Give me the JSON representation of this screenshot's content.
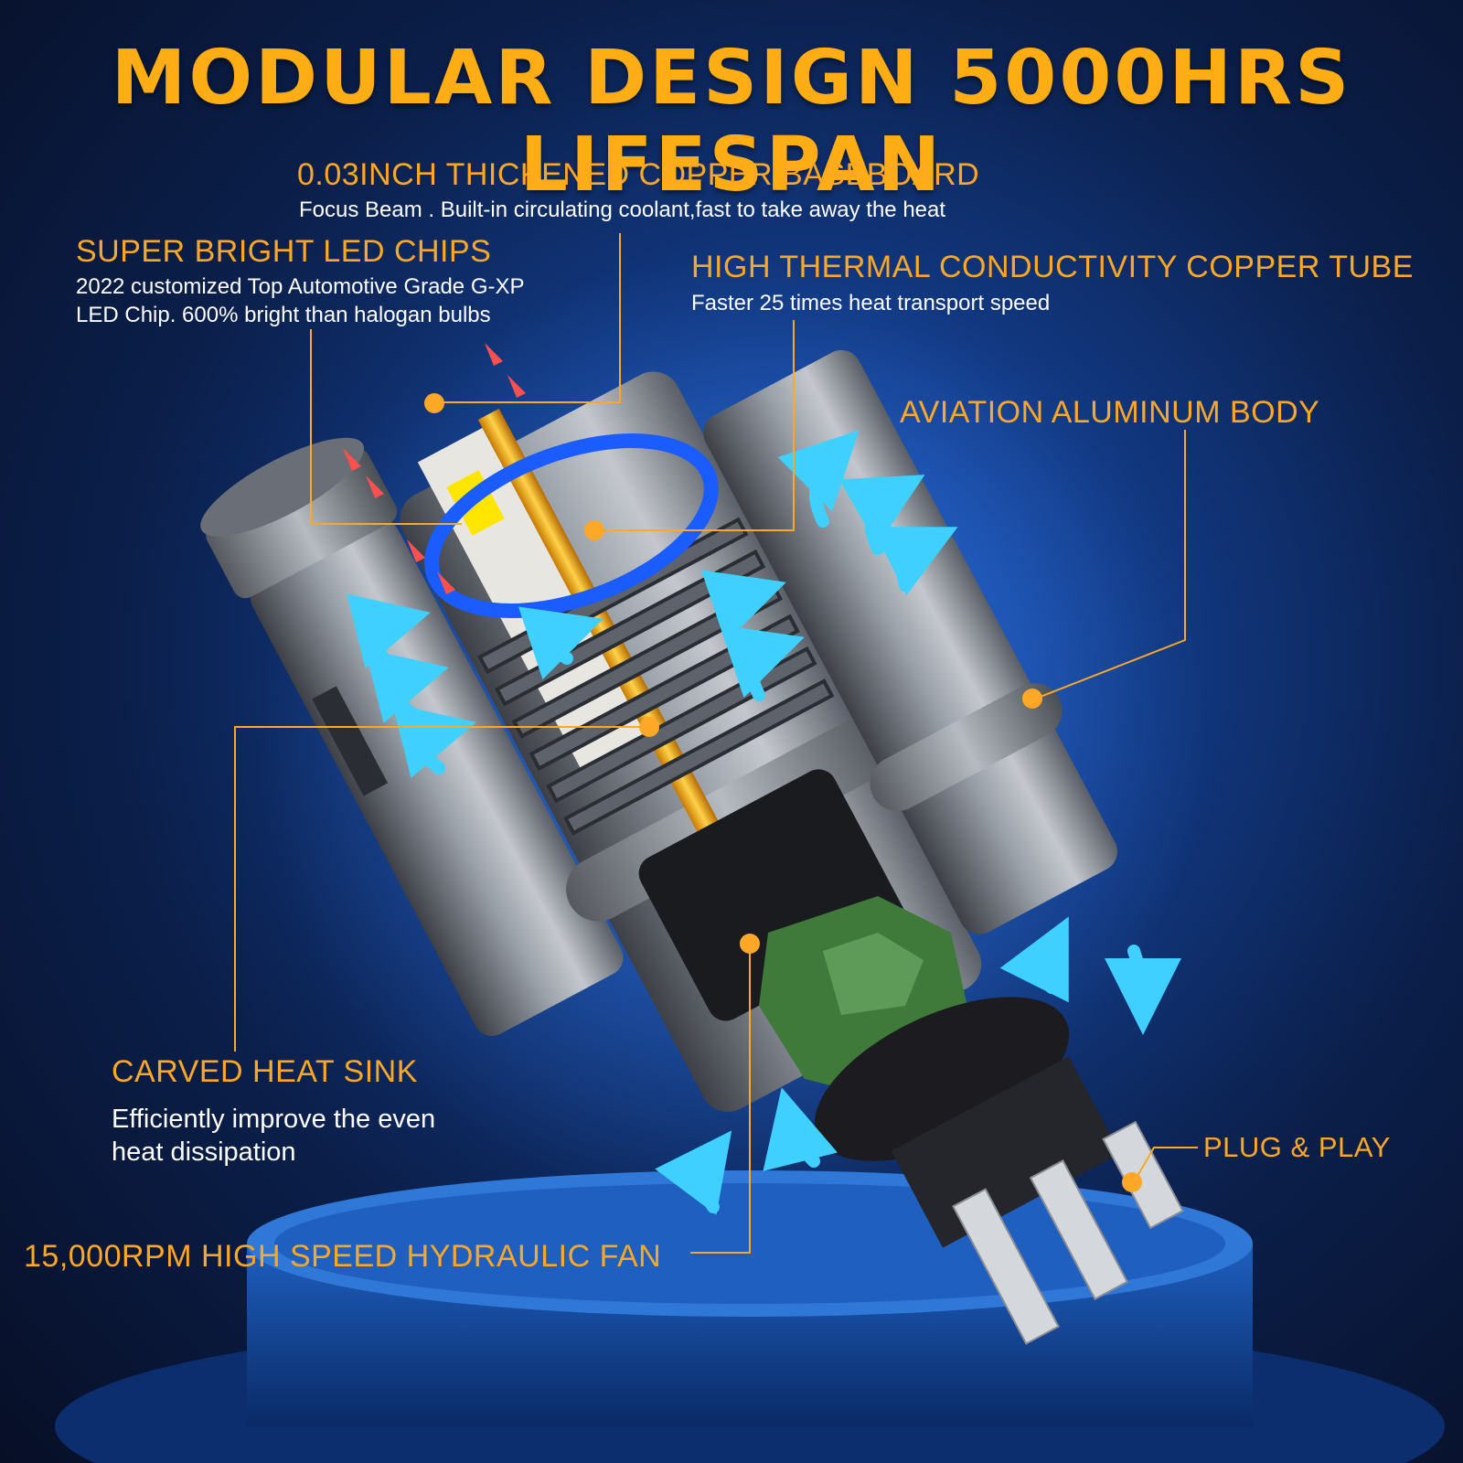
{
  "title": "MODULAR DESIGN 5000HRS LIFESPAN",
  "callouts": {
    "copper_baseboard": {
      "heading": "0.03INCH THICKENED COPPER BASEBOARD",
      "text": "Focus Beam . Built-in circulating coolant,fast to take away the heat"
    },
    "led_chips": {
      "heading": "SUPER BRIGHT LED CHIPS",
      "line1": "2022 customized Top Automotive Grade G-XP",
      "line2": "LED Chip. 600% bright than halogan bulbs"
    },
    "copper_tube": {
      "heading": "HIGH THERMAL CONDUCTIVITY COPPER TUBE",
      "text": "Faster 25 times heat transport speed"
    },
    "aluminum_body": {
      "heading": "AVIATION ALUMINUM BODY"
    },
    "heat_sink": {
      "heading": "CARVED HEAT SINK",
      "line1": "Efficiently improve the even",
      "line2": "heat dissipation"
    },
    "fan": {
      "heading": "15,000RPM HIGH SPEED HYDRAULIC FAN"
    },
    "plug": {
      "heading": "PLUG & PLAY"
    }
  },
  "colors": {
    "accent": "#ffa726",
    "title": "#ffad14",
    "airflow": "#3fd0ff",
    "background": "#0b1f4a"
  }
}
